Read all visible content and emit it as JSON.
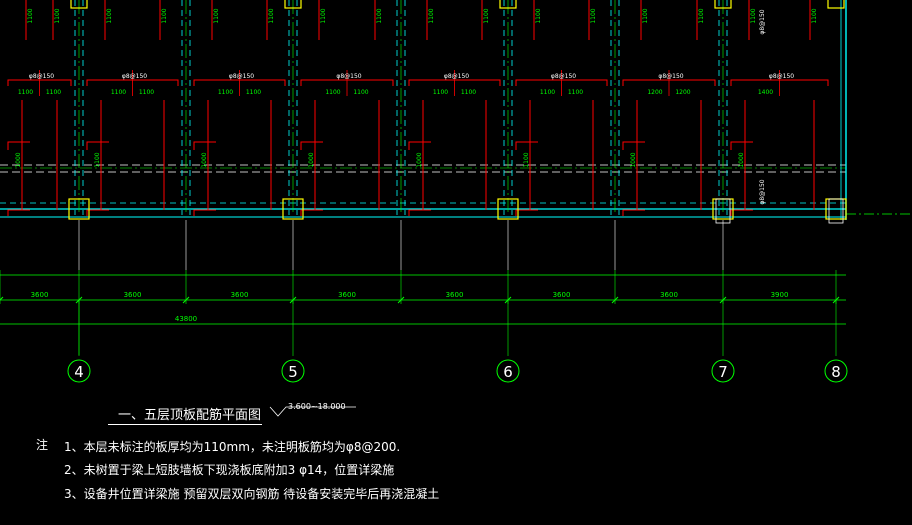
{
  "title": "一、五层顶板配筋平面图",
  "elevation": "3.600~18.000",
  "notes_label": "注",
  "notes": [
    "1、本层未标注的板厚均为110mm，未注明板筋均为φ8@200.",
    "2、未树置于梁上短肢墙板下现浇板底附加3 φ14，位置详梁施",
    "3、设备井位置详梁施 预留双层双向钢筋 待设备安装完毕后再浇混凝土"
  ],
  "axes": [
    "4",
    "5",
    "6",
    "7",
    "8"
  ],
  "bay_dims": [
    "3600",
    "3600",
    "3600",
    "3600",
    "3600",
    "3600",
    "3600",
    "3900"
  ],
  "total_dim": "43800",
  "rebar_labels": [
    "φ8@150",
    "φ8@150",
    "φ8@150",
    "φ8@150",
    "φ8@150",
    "φ8@150",
    "φ8@150",
    "φ8@150"
  ],
  "rebar_lengths_pairs": [
    [
      "1100",
      "1100"
    ],
    [
      "1100",
      "1100"
    ],
    [
      "1100",
      "1100"
    ],
    [
      "1100",
      "1100"
    ],
    [
      "1100",
      "1100"
    ],
    [
      "1100",
      "1100"
    ],
    [
      "1200",
      "1200"
    ],
    [
      "1400",
      ""
    ]
  ],
  "top_lengths": [
    "1100",
    "1100",
    "1100",
    "1100",
    "1100",
    "1100",
    "1100",
    "1100"
  ],
  "mid_lengths": [
    "1000",
    "1100",
    "1000",
    "1000",
    "1000",
    "1100",
    "1000",
    "1000"
  ],
  "colors": {
    "background": "#000000",
    "axis": "#00ff00",
    "wall": "#00ffff",
    "rebar": "#ff0000",
    "column": "#ffff00",
    "text": "#ffffff",
    "dim": "#00ff00"
  }
}
